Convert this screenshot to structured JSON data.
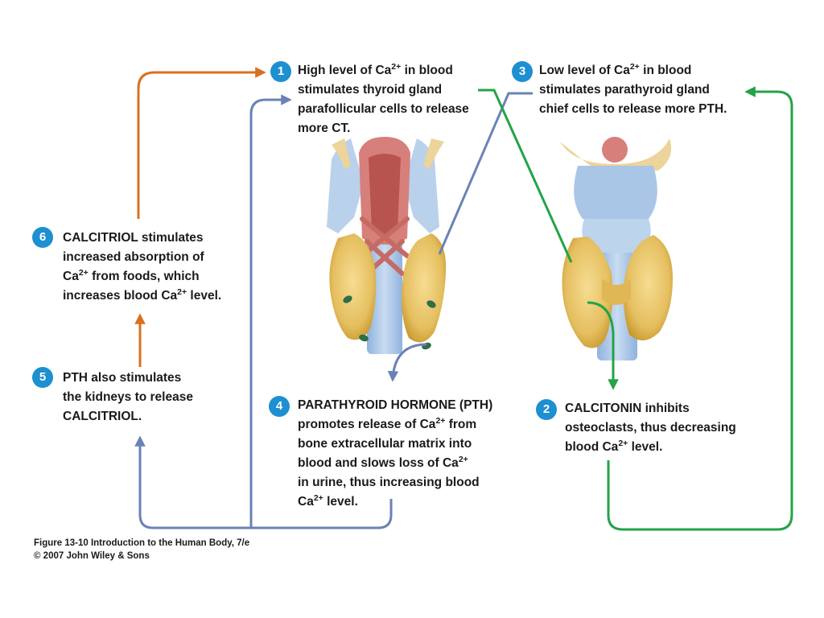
{
  "colors": {
    "badge": "#1e8fd0",
    "orange_arrow": "#d9701f",
    "blue_arrow": "#6a83b5",
    "green_arrow": "#22a447",
    "gland": "#e8c56a",
    "trachea": "#a9c6e6",
    "larynx": "#d77f7a"
  },
  "icons": [
    "thyroid-gland-illustration",
    "parathyroid-gland-illustration"
  ],
  "steps": [
    {
      "number": "1",
      "lines": [
        [
          "High level of Ca",
          "2+",
          " in blood"
        ],
        [
          "stimulates thyroid gland",
          "",
          ""
        ],
        [
          "parafollicular cells to release",
          "",
          ""
        ],
        [
          "more CT.",
          "",
          ""
        ]
      ]
    },
    {
      "number": "2",
      "lines": [
        [
          "CALCITONIN inhibits",
          "",
          ""
        ],
        [
          "osteoclasts, thus decreasing",
          "",
          ""
        ],
        [
          "blood Ca",
          "2+",
          " level."
        ]
      ]
    },
    {
      "number": "3",
      "lines": [
        [
          "Low level of Ca",
          "2+",
          " in blood"
        ],
        [
          "stimulates parathyroid gland",
          "",
          ""
        ],
        [
          "chief cells to release more PTH.",
          "",
          ""
        ]
      ]
    },
    {
      "number": "4",
      "lines": [
        [
          "PARATHYROID HORMONE (PTH)",
          "",
          ""
        ],
        [
          "promotes release of Ca",
          "2+",
          " from"
        ],
        [
          "bone extracellular matrix into",
          "",
          ""
        ],
        [
          "blood and slows loss of Ca",
          "2+",
          ""
        ],
        [
          "in urine, thus increasing blood",
          "",
          ""
        ],
        [
          "Ca",
          "2+",
          " level."
        ]
      ]
    },
    {
      "number": "5",
      "lines": [
        [
          "PTH also stimulates",
          "",
          ""
        ],
        [
          "the kidneys to release",
          "",
          ""
        ],
        [
          "CALCITRIOL.",
          "",
          ""
        ]
      ]
    },
    {
      "number": "6",
      "lines": [
        [
          "CALCITRIOL stimulates",
          "",
          ""
        ],
        [
          "increased absorption of",
          "",
          ""
        ],
        [
          "Ca",
          "2+",
          " from foods, which"
        ],
        [
          "increases blood Ca",
          "2+",
          " level."
        ]
      ]
    }
  ],
  "caption": {
    "line1": "Figure 13-10  Introduction to the Human Body, 7/e",
    "line2": "© 2007 John Wiley & Sons"
  }
}
